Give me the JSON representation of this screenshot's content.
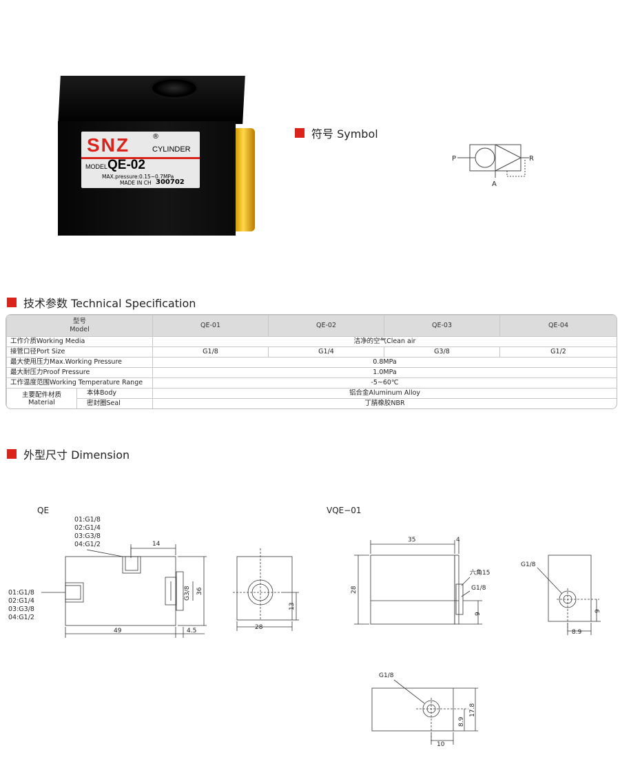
{
  "product": {
    "brand": "SNZ",
    "reg_mark": "®",
    "cylinder_text": "CYLINDER",
    "model_prefix": "MODEL",
    "model": "QE-02",
    "pressure": "MAX.pressure:0.15~0.7MPa",
    "made_in": "MADE IN CH",
    "serial": "300702"
  },
  "symbol": {
    "heading": "符号 Symbol",
    "port_p": "P",
    "port_r": "R",
    "port_a": "A"
  },
  "spec": {
    "heading": "技术参数 Technical Specification",
    "model_label_cn": "型号",
    "model_label_en": "Model",
    "models": [
      "QE-01",
      "QE-02",
      "QE-03",
      "QE-04"
    ],
    "rows": {
      "media_label": "工作介质Working Media",
      "media_value": "洁净的空气Clean air",
      "port_label": "接管口径Port Size",
      "port_values": [
        "G1/8",
        "G1/4",
        "G3/8",
        "G1/2"
      ],
      "max_pressure_label": "最大使用压力Max.Working Pressure",
      "max_pressure_value": "0.8MPa",
      "proof_label": "最大耐压力Proof Pressure",
      "proof_value": "1.0MPa",
      "temp_label": "工作温度范围Working Temperature Range",
      "temp_value": "-5~60℃",
      "material_label_cn": "主要配件材质",
      "material_label_en": "Material",
      "body_label": "本体Body",
      "body_value": "铝合金Aluminum Alloy",
      "seal_label": "密封圈Seal",
      "seal_value": "丁腈橡胶NBR"
    }
  },
  "dimension": {
    "heading": "外型尺寸 Dimension",
    "qe_title": "QE",
    "vqe_title": "VQE−01",
    "port_list": [
      "01:G1/8",
      "02:G1/4",
      "03:G3/8",
      "04:G1/2"
    ],
    "qe_dims": {
      "top": "14",
      "len": "49",
      "side": "4.5",
      "g38": "G3/8",
      "h": "36",
      "w": "28",
      "c": "13"
    },
    "vqe_dims": {
      "len": "35",
      "thk": "4",
      "h": "28",
      "hex": "六角15",
      "g18": "G1/8",
      "off": "9",
      "w": "8.9"
    },
    "bottom_dims": {
      "g18": "G1/8",
      "h1": "8.9",
      "h2": "17.8",
      "w": "10"
    }
  }
}
